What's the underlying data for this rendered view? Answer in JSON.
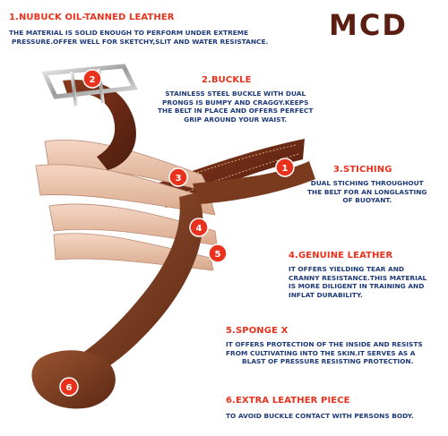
{
  "brand": {
    "logo_text": "MCD"
  },
  "sections": [
    {
      "number": "1",
      "title": "1.NUBUCK OIL-TANNED LEATHER",
      "lines": [
        "THE MATERIAL IS SOLID ENOUGH TO PERFORM UNDER EXTREME",
        "PRESSURE.OFFER WELL FOR SKETCHY,SLIT AND WATER RESISTANCE."
      ]
    },
    {
      "number": "2",
      "title": "2.BUCKLE",
      "lines": [
        "STAINLESS STEEL BUCKLE WITH DUAL",
        "PRONGS IS BUMPY AND CRAGGY.KEEPS",
        "THE BELT IN PLACE AND OFFERS PERFECT",
        "GRIP AROUND YOUR WAIST."
      ]
    },
    {
      "number": "3",
      "title": "3.STICHING",
      "lines": [
        "DUAL STICHING THROUGHOUT",
        "THE BELT FOR AN LONGLASTING",
        "OF BUOYANT."
      ]
    },
    {
      "number": "4",
      "title": "4.GENUINE LEATHER",
      "lines": [
        "IT OFFERS YIELDING TEAR AND",
        "CRANNY RESISTANCE.THIS MATERIAL",
        "IS MORE DILIGENT IN TRAINING AND",
        "INFLAT DURABILITY."
      ]
    },
    {
      "number": "5",
      "title": "5.SPONGE X",
      "lines": [
        "IT OFFERS PROTECTION OF THE INSIDE AND RESISTS",
        "FROM CULTIVATING INTO THE SKIN.IT SERVES AS A",
        "BLAST OF PRESSURE RESISTING PROTECTION."
      ]
    },
    {
      "number": "6",
      "title": "6.EXTRA LEATHER PIECE",
      "lines": [
        "TO AVOID BUCKLE CONTACT WITH PERSONS BODY."
      ]
    }
  ],
  "colors": {
    "title": "#e8321e",
    "body_text": "#1d3a7a",
    "badge": "#e8321e",
    "leather_dark": "#6a2a16",
    "leather_light": "#e8c0a8",
    "logo": "#5a1f12"
  },
  "icons": {
    "badge": "numbered-circle-icon",
    "buckle": "belt-buckle-icon"
  }
}
